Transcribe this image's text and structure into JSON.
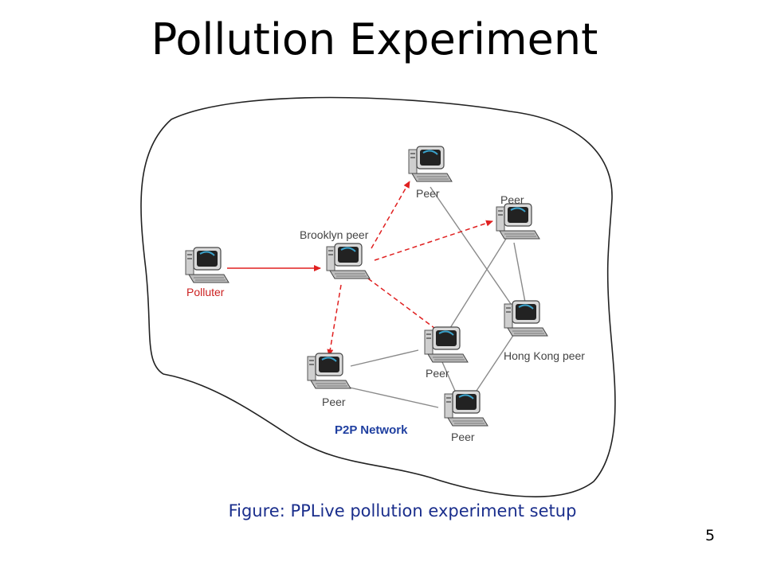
{
  "slide": {
    "title": "Pollution Experiment",
    "caption": "Figure: PPLive pollution experiment setup",
    "page_number": "5"
  },
  "diagram": {
    "network_label": "P2P Network",
    "nodes": [
      {
        "id": "polluter",
        "label": "Polluter",
        "icon": "computer-icon",
        "role": "attacker"
      },
      {
        "id": "brooklyn",
        "label": "Brooklyn peer",
        "icon": "computer-icon",
        "role": "peer"
      },
      {
        "id": "peer-top",
        "label": "Peer",
        "icon": "computer-icon",
        "role": "peer"
      },
      {
        "id": "peer-right",
        "label": "Peer",
        "icon": "computer-icon",
        "role": "peer"
      },
      {
        "id": "peer-center",
        "label": "Peer",
        "icon": "computer-icon",
        "role": "peer"
      },
      {
        "id": "peer-left",
        "label": "Peer",
        "icon": "computer-icon",
        "role": "peer"
      },
      {
        "id": "peer-bottom",
        "label": "Peer",
        "icon": "computer-icon",
        "role": "peer"
      },
      {
        "id": "hongkong",
        "label": "Hong Kong peer",
        "icon": "computer-icon",
        "role": "peer"
      }
    ],
    "edges": [
      {
        "from": "polluter",
        "to": "brooklyn",
        "style": "solid-red-arrow"
      },
      {
        "from": "brooklyn",
        "to": "peer-top",
        "style": "dashed-red-arrow"
      },
      {
        "from": "brooklyn",
        "to": "peer-right",
        "style": "dashed-red-arrow"
      },
      {
        "from": "brooklyn",
        "to": "peer-center",
        "style": "dashed-red-arrow"
      },
      {
        "from": "brooklyn",
        "to": "peer-left",
        "style": "dashed-red-arrow"
      },
      {
        "from": "peer-top",
        "to": "hongkong",
        "style": "gray-line"
      },
      {
        "from": "peer-right",
        "to": "hongkong",
        "style": "gray-line"
      },
      {
        "from": "peer-right",
        "to": "peer-center",
        "style": "gray-line"
      },
      {
        "from": "peer-center",
        "to": "peer-left",
        "style": "gray-line"
      },
      {
        "from": "peer-center",
        "to": "peer-bottom",
        "style": "gray-line"
      },
      {
        "from": "peer-left",
        "to": "peer-bottom",
        "style": "gray-line"
      },
      {
        "from": "hongkong",
        "to": "peer-bottom",
        "style": "gray-line"
      }
    ],
    "colors": {
      "attack": "#e02020",
      "link": "#8a8a8a",
      "caption": "#1a2e8c",
      "network_label": "#1f3fa0",
      "monitor_body": "#d9d9d9",
      "monitor_screen": "#222222",
      "screen_highlight": "#3aa0c8"
    }
  }
}
